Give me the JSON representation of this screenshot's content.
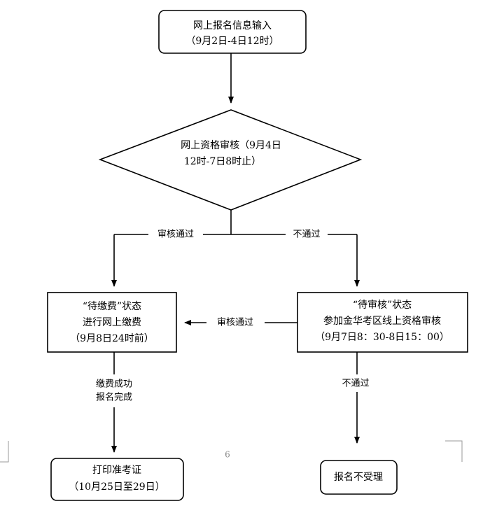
{
  "page_number": "6",
  "nodes": {
    "input": [
      "网上报名信息输入",
      "（9月2日-4日12时）"
    ],
    "review": [
      "网上资格审核（9月4日",
      "12时-7日8时止）"
    ],
    "pay": [
      "“待缴费”状态",
      "进行网上缴费",
      "（9月8日24时前）"
    ],
    "pending": [
      "“待审核”状态",
      "参加金华考区线上资格审核",
      "（9月7日8：30-8日15：00）"
    ],
    "print": [
      "打印准考证",
      "（10月25日至29日）"
    ],
    "reject": [
      "报名不受理"
    ]
  },
  "edges": {
    "review_pass": "审核通过",
    "review_fail": "不通过",
    "pending_pass": "审核通过",
    "pending_fail": "不通过",
    "pay_done": [
      "缴费成功",
      "报名完成"
    ]
  }
}
